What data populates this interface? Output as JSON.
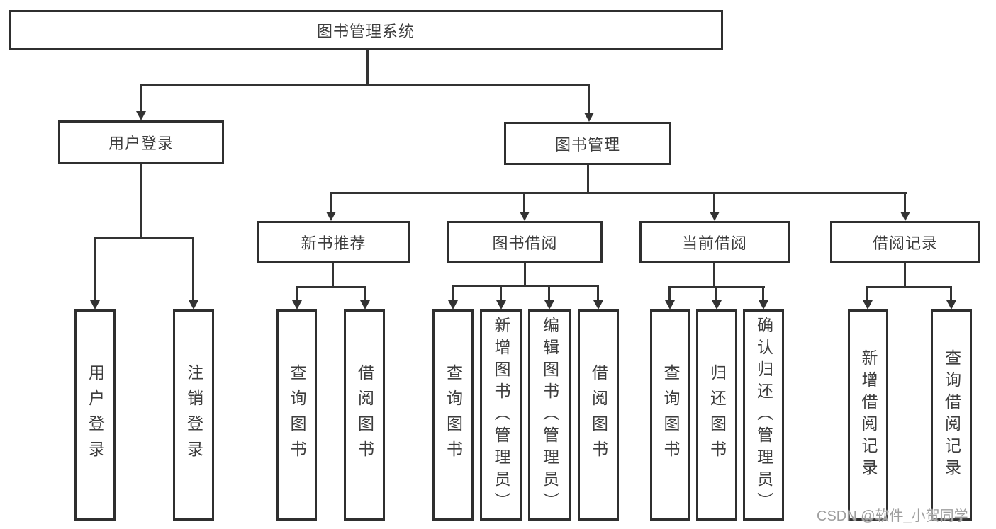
{
  "tree": {
    "root": {
      "label": "图书管理系统"
    },
    "level2": [
      {
        "label": "用户登录",
        "children": [
          {
            "label": "用户登录"
          },
          {
            "label": "注销登录"
          }
        ]
      },
      {
        "label": "图书管理",
        "children": [
          {
            "label": "新书推荐",
            "children": [
              {
                "label": "查询图书"
              },
              {
                "label": "借阅图书"
              }
            ]
          },
          {
            "label": "图书借阅",
            "children": [
              {
                "label": "查询图书"
              },
              {
                "label": "新增图书（管理员）"
              },
              {
                "label": "编辑图书（管理员）"
              },
              {
                "label": "借阅图书"
              }
            ]
          },
          {
            "label": "当前借阅",
            "children": [
              {
                "label": "查询图书"
              },
              {
                "label": "归还图书"
              },
              {
                "label": "确认归还（管理员）"
              }
            ]
          },
          {
            "label": "借阅记录",
            "children": [
              {
                "label": "新增借阅记录"
              },
              {
                "label": "查询借阅记录"
              }
            ]
          }
        ]
      }
    ]
  },
  "colors": {
    "line": "#333333",
    "border": "#2f2f2f",
    "text": "#3d3d3d",
    "background": "#ffffff",
    "watermark": "#969696"
  },
  "watermark": {
    "text": "CSDN @软件_小贺同学"
  }
}
